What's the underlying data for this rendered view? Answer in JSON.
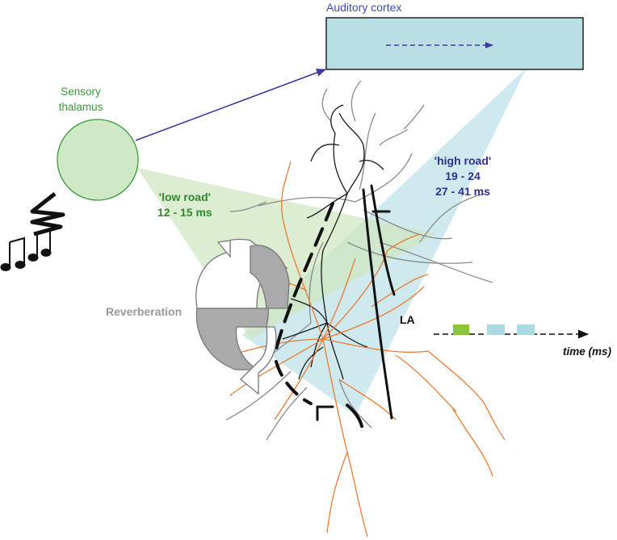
{
  "labels": {
    "auditory_cortex": "Auditory cortex",
    "sensory_thalamus_line1": "Sensory",
    "sensory_thalamus_line2": "thalamus",
    "low_road_title": "'low road'",
    "low_road_latency": "12 - 15 ms",
    "high_road_title": "'high road'",
    "high_road_latency_1": "19 - 24",
    "high_road_latency_2": "27 - 41 ms",
    "reverberation": "Reverberation",
    "la": "LA",
    "time_axis": "time (ms)"
  },
  "colors": {
    "cortex_fill": "#b9dfe4",
    "thalamus_fill": "#cfe9c6",
    "thalamus_label": "#3a9a3a",
    "low_road_text": "#2d8a2d",
    "high_road_text": "#2e3192",
    "cortex_label": "#3d4bb0",
    "pathway_arrow": "#3b3b9e",
    "low_road_cone": "#cde6bf",
    "high_road_cone": "#bfe3ea",
    "neuron_orange": "#ec7a33",
    "neuron_black": "#1a1a1a",
    "neuron_gray": "#8a8a8a",
    "reverb_gray": "#aaaaaa",
    "time_green": "#8cc63f",
    "time_blue": "#a9dbe1"
  },
  "icons": {
    "music": "music-notes-icon",
    "sound": "sound-wave-icon"
  }
}
